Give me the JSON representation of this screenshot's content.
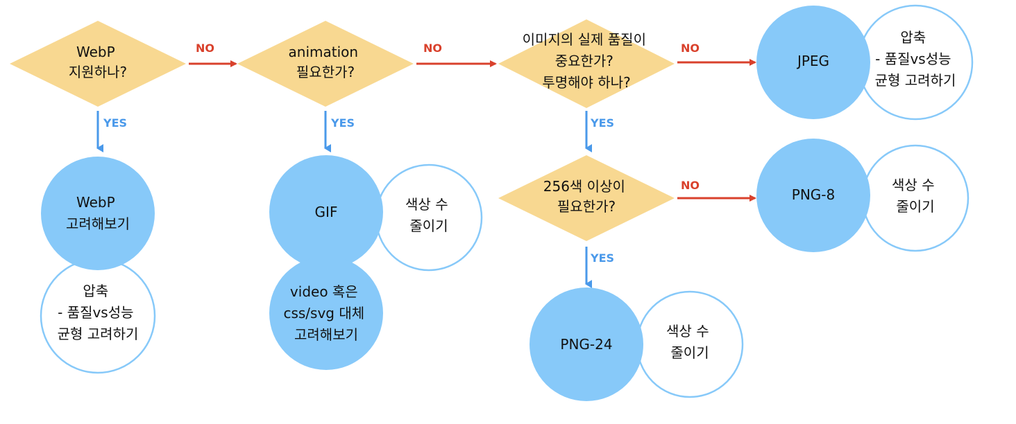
{
  "colors": {
    "decision_fill": "#f8d891",
    "format_fill": "#87c9f9",
    "note_stroke": "#87c9f9",
    "no_arrow": "#d9412c",
    "yes_arrow": "#4a99ea"
  },
  "decisions": {
    "webp_support": [
      "WebP",
      "지원하나?"
    ],
    "animation": [
      "animation",
      "필요한가?"
    ],
    "quality": [
      "이미지의 실제 품질이",
      "중요한가?",
      "투명해야 하나?"
    ],
    "colors256": [
      "256색 이상이",
      "필요한가?"
    ]
  },
  "formats": {
    "webp": [
      "WebP",
      "고려해보기"
    ],
    "gif": [
      "GIF"
    ],
    "video": [
      "video 혹은",
      "css/svg 대체",
      "고려해보기"
    ],
    "jpeg": [
      "JPEG"
    ],
    "png8": [
      "PNG-8"
    ],
    "png24": [
      "PNG-24"
    ]
  },
  "notes": {
    "webp": [
      "압축",
      "- 품질vs성능",
      "균형 고려하기"
    ],
    "gif": [
      "색상 수",
      "줄이기"
    ],
    "jpeg": [
      "압축",
      "- 품질vs성능",
      "균형 고려하기"
    ],
    "png8": [
      "색상 수",
      "줄이기"
    ],
    "png24": [
      "색상 수",
      "줄이기"
    ]
  },
  "edges": {
    "no1": "NO",
    "no2": "NO",
    "no3": "NO",
    "no4": "NO",
    "yes1": "YES",
    "yes2": "YES",
    "yes3": "YES",
    "yes4": "YES"
  }
}
